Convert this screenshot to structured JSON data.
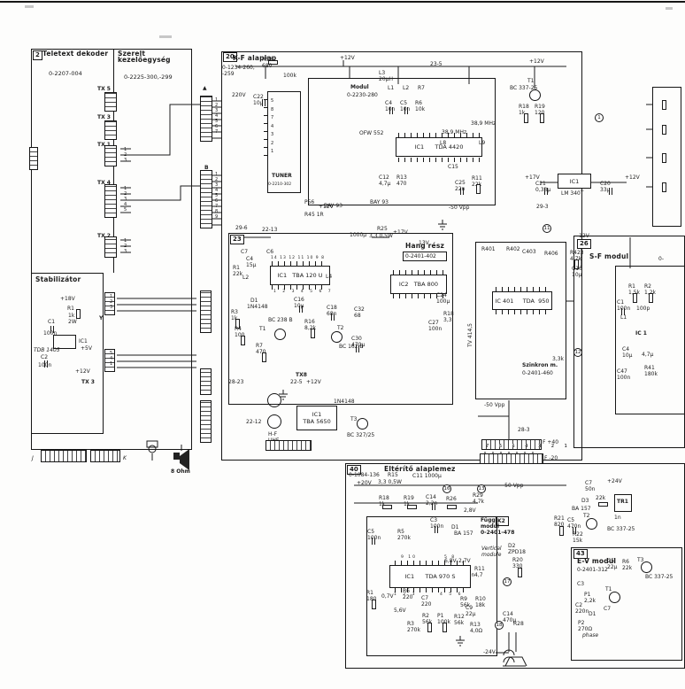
{
  "blocks": {
    "teletext_tag": "2",
    "teletext_title": "Teletext dekoder",
    "teletext_part": "0-2207-004",
    "kezelo_title": "Szerelt kezelőegység",
    "kezelo_part": "0-2225-300,-299",
    "stab_title": "Stabilizátor",
    "stab_ic": "TDB 1405",
    "main_tag": "20",
    "main_title": "K-F alaplap",
    "main_part": "0-1234-260,\n-259",
    "modul_title": "Modul",
    "modul_part": "0-2230-280",
    "tuner_title": "TUNER",
    "tuner_part": "0-2210-302",
    "hang_tag": "23",
    "hang_title": "Hang rész",
    "hang_part": "0-2401-402",
    "szinkron_title": "Szinkron m.",
    "szinkron_part": "0-2401-460",
    "sf_tag": "26",
    "sf_title": "S-F modul",
    "sf_part": "0-",
    "defl_tag": "40",
    "defl_title": "Eltérítő alaplemez",
    "defl_part": "0-1084-136",
    "fugg_title": "Függ-\nmodul\n0-2401-478",
    "fugg_note": "Vertical\nmodule",
    "k2": "K2",
    "ev_tag": "43",
    "ev_title": "E-V modul",
    "ev_part": "0-2401-312"
  },
  "ics": {
    "tda4420": "IC1      TDA 4420",
    "tba120": "IC1   TBA 120 U",
    "tba800": "IC2   TBA 800",
    "tda950": "IC 401     TDA  950",
    "tda970": "IC1      TDA 970 S",
    "sf_ic": "IC 1",
    "reg_ref": "IC1",
    "reg": "LM 340T",
    "stab_ref": "IC1",
    "tba5650": "IC1\nTBA 5650",
    "tr1": "TR1"
  },
  "conn": {
    "a_mark": "▲",
    "b_mark": "B",
    "y": "Y",
    "j": "J",
    "k": "K",
    "tx1": "TX 1",
    "tx2": "TX 2",
    "tx3": "TX 3",
    "tx4": "TX 4",
    "tx5": "TX 5",
    "tx8": "TX8",
    "a_pins": "1\n2\n3\n4\n5\n6\n7",
    "b_pins": "1\n2\n3\n4\n5\n6\n7\n8\n9",
    "tx1_pins": "1\n2\n3",
    "tx4_pins": "1\n2\n3\n4\n5",
    "tx2_pins": "1\n2\n3",
    "stab_top_pins": "1\n2\n3",
    "stab_bot_pins": "5\n4\n1",
    "tuner_pins": "5\n8\n7\n4\n3\n2\n1",
    "f_pins": "7 6 5 4 3 2 1",
    "tba120_top": "14 13 12 11 10 9 8",
    "tba120_bot": "1 2 3 4 5 6 7",
    "tda970_top_l": "9 10",
    "tda970_top_r": "5 8",
    "tda970_bot_l": "1 2 3",
    "tda970_bot_r": "4 5 6"
  },
  "nodes": {
    "n1": "1",
    "n11": "11",
    "n12": "12",
    "n13": "13",
    "n16": "16",
    "n17": "17",
    "n18": "18"
  },
  "labels": {
    "v12": "+12V",
    "v17": "+17V",
    "v13": "13V",
    "v5": "+5V",
    "v18": "+18V",
    "v20": "+20V",
    "v24": "+24V",
    "vm12": "-12V",
    "vm24": "-24V",
    "v220": "220V",
    "vpp": "-50 Vpp",
    "v28": "2,8V",
    "v68": "6,8V",
    "v27": "2,7V",
    "v07": "0,7V",
    "v56": "5,6V",
    "bay": "BAY 93",
    "d1n4148": "1N4148",
    "r58": "R58\n680",
    "c10": "100k",
    "c22": "C22\n10µ",
    "l1": "L1",
    "l2": "L2",
    "r7": "R7",
    "c4": "C4\n10n",
    "c5": "C5\n10n",
    "r6": "R6\n10k",
    "l3": "L3\n20µH",
    "ofw": "OFW 552",
    "mhz": "38,9 MHz",
    "l8": "L8",
    "l9": "L9",
    "c15": "C15",
    "c25": "C25\n22n",
    "r11": "R11\n22k",
    "c12": "C12\n4,7µ",
    "r13": "R13\n470",
    "p56": "P56",
    "r45": "R45 1R",
    "n235": "23-5",
    "n2213": "22-13",
    "n296": "29-6",
    "n225": "22-5",
    "n2212": "22-12",
    "n2823": "28-23",
    "n293": "29-3",
    "n283": "28-3",
    "t1": "T1",
    "t2": "T2",
    "t3": "T3",
    "bc337": "BC 337-25",
    "bc327": "BC 327/25",
    "r18t": "R18\n1k",
    "r19t": "R19\n120",
    "c21": "C21\n0,33µ",
    "c20": "C20\n33µ",
    "hf": "H-F\nUHF",
    "c7": "C7",
    "c4a": "C4\n15µ",
    "c6": "C6",
    "r1a": "R1\n22k",
    "l2a": "L2",
    "d1": "D1",
    "r3": "R3\n1k",
    "r4": "R4\n100",
    "bc238": "BC 238 B",
    "r7a": "R7\n470",
    "l4": "L4",
    "c16": "C16\n10µ",
    "c18": "C18\n68n",
    "bc162": "BC 162 B",
    "r16": "R16\n8,2k",
    "c32": "C32\n68",
    "c30": "C30\n470µ",
    "c1000": "1000µ",
    "r25": "R25",
    "r25v": "3,3  0,5W",
    "c24": "C24\n100µ",
    "r18a": "R18\n3,3",
    "c27": "C27\n100n",
    "r401": "R401",
    "r402": "R402",
    "c403": "C403",
    "r406": "R406",
    "k33": "3,3k",
    "r423": "R423\n4,7k",
    "c16s": "C16\n10µ",
    "tv": "TV 414,5",
    "r1sf": "R1\n1,5k",
    "r2sf": "R2\n1,2k",
    "c1sf": "C1\n100n",
    "p100": "100p",
    "l1sf": "L1",
    "c4sf": "C4\n10µ",
    "c47u": "4,7µ",
    "c47": "C47\n100n",
    "r41": "R41\n180k",
    "c11": "C11  1000µ",
    "r15": "R15",
    "r18d": "R18\n1k",
    "r19d": "R19\n1k",
    "c14": "C14\n2,2n",
    "r26": "R26",
    "r29": "R29\n4,7k",
    "ba157": "BA 157",
    "c3d": "C3\n100n",
    "c5d": "C5\n100n",
    "r5d": "R5\n270k",
    "c8": "C8\n100n",
    "r11d": "R11\n4,7",
    "r1d": "R1\n180",
    "r6d": "R6\n220",
    "c7d": "C7\n220",
    "r2d": "R2\n56k",
    "p1d": "P1\n100k",
    "r3d": "R3\n270k",
    "r9": "R9\n56k",
    "r10": "R10\n18k",
    "c9": "C9\n22µ",
    "r12": "R12\n56k",
    "r13d": "R13\n4,0Ω",
    "c14b": "C14\n470µ",
    "r28": "R28",
    "d2": "D2\nZPD18",
    "r20": "R20\n330",
    "c7e": "C7\n50n",
    "k22": "22k",
    "d3": "D3",
    "r21": "R21\n820",
    "c5e": "C5\n470n",
    "r22": "R22\n15k",
    "n1n": "1n",
    "c5ev": "C5\n22µ",
    "r6ev": "R6\n22k",
    "c3ev": "C3",
    "p1ev": "P1\n2,2k",
    "c2ev": "C2\n220n",
    "p2ev": "P2\n270Ω",
    "phase": "phase",
    "spk": "8 Ohm",
    "r1s": "R1",
    "r1sv": "1k",
    "r1sw": "2W",
    "c1s": "C1",
    "c100n": "100n",
    "c2s": "C2"
  }
}
